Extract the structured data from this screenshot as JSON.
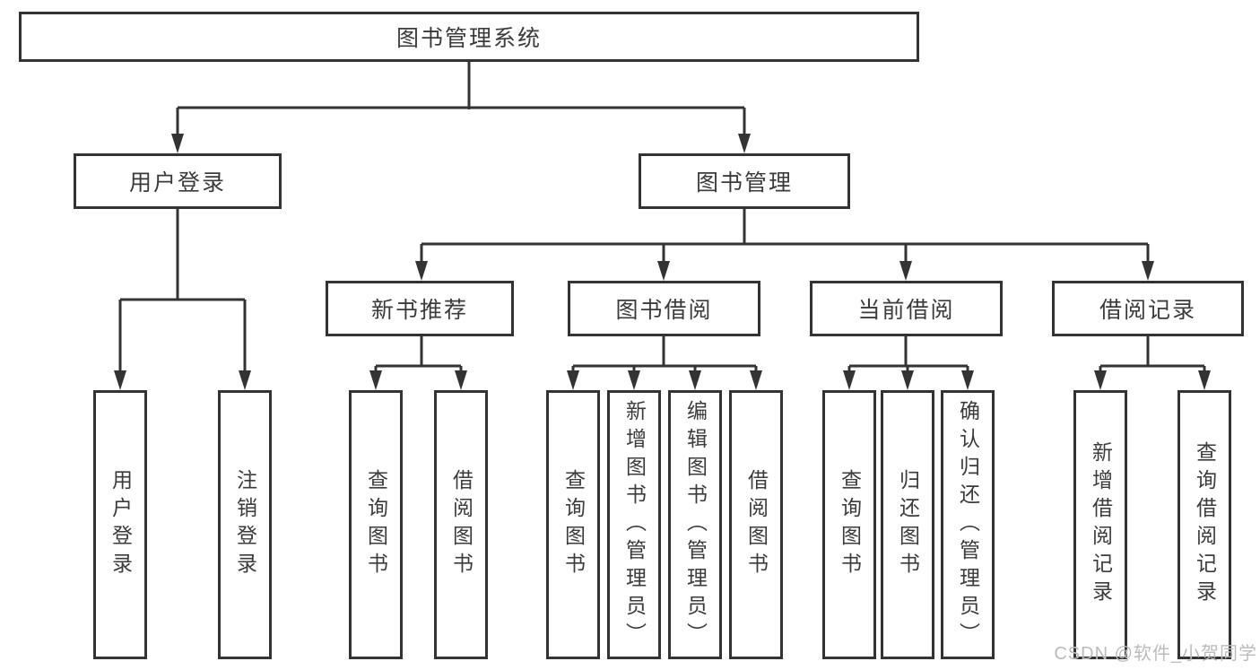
{
  "diagram_type": "hierarchy-tree",
  "root": {
    "label": "图书管理系统"
  },
  "branches": [
    {
      "label": "用户登录",
      "leaves": [
        {
          "label": "用户登录"
        },
        {
          "label": "注销登录"
        }
      ]
    },
    {
      "label": "图书管理",
      "groups": [
        {
          "label": "新书推荐",
          "leaves": [
            {
              "label": "查询图书"
            },
            {
              "label": "借阅图书"
            }
          ]
        },
        {
          "label": "图书借阅",
          "leaves": [
            {
              "label": "查询图书"
            },
            {
              "label": "新增图书（管理员）"
            },
            {
              "label": "编辑图书（管理员）"
            },
            {
              "label": "借阅图书"
            }
          ]
        },
        {
          "label": "当前借阅",
          "leaves": [
            {
              "label": "查询图书"
            },
            {
              "label": "归还图书"
            },
            {
              "label": "确认归还（管理员）"
            }
          ]
        },
        {
          "label": "借阅记录",
          "leaves": [
            {
              "label": "新增借阅记录"
            },
            {
              "label": "查询借阅记录"
            }
          ]
        }
      ]
    }
  ],
  "watermark": {
    "text": "CSDN @软件_小贺同学",
    "color": "#b9bbbd"
  },
  "colors": {
    "line": "#333333",
    "text": "#3b3b3b",
    "box_background": "#ffffff",
    "background": "#ffffff"
  }
}
